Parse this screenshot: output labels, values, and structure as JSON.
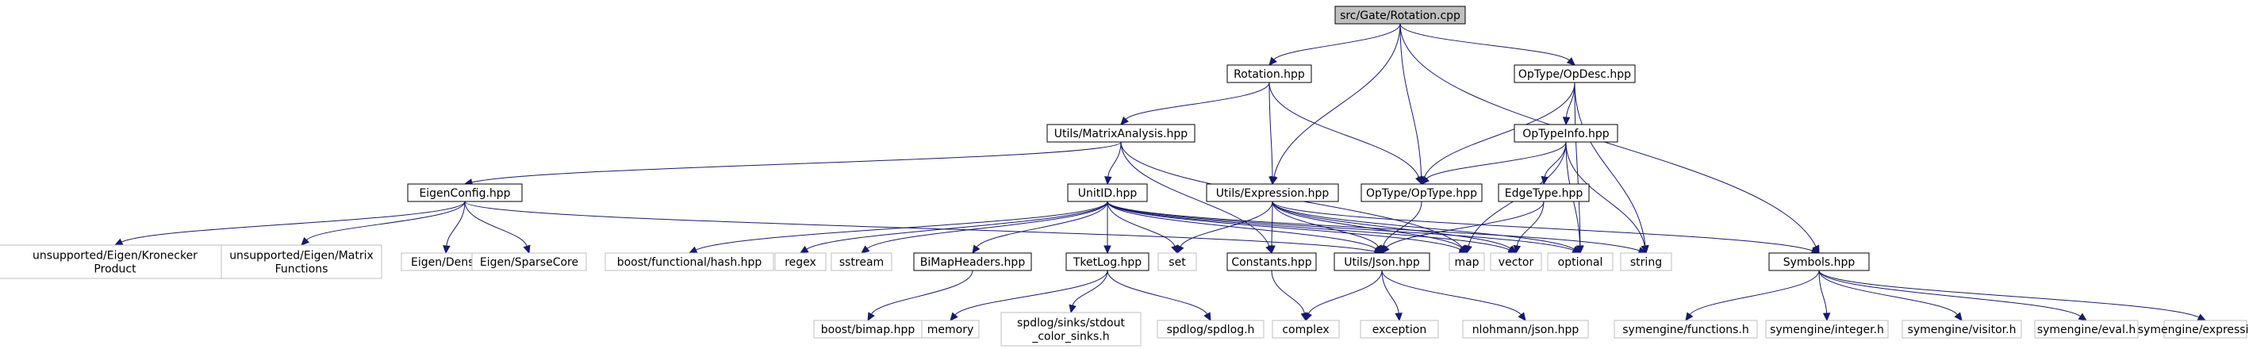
{
  "diagram": {
    "title": "src/Gate/Rotation.cpp",
    "edge_color": "#191970",
    "nodes": [
      {
        "id": "root",
        "label": [
          "src/Gate/Rotation.cpp"
        ],
        "kind": "root"
      },
      {
        "id": "rotation_hpp",
        "label": [
          "Rotation.hpp"
        ],
        "kind": "local"
      },
      {
        "id": "opdesc",
        "label": [
          "OpType/OpDesc.hpp"
        ],
        "kind": "local"
      },
      {
        "id": "matrixanalysis",
        "label": [
          "Utils/MatrixAnalysis.hpp"
        ],
        "kind": "local"
      },
      {
        "id": "optypeinfo",
        "label": [
          "OpTypeInfo.hpp"
        ],
        "kind": "local"
      },
      {
        "id": "eigenconfig",
        "label": [
          "EigenConfig.hpp"
        ],
        "kind": "local"
      },
      {
        "id": "unitid",
        "label": [
          "UnitID.hpp"
        ],
        "kind": "local"
      },
      {
        "id": "expression",
        "label": [
          "Utils/Expression.hpp"
        ],
        "kind": "local"
      },
      {
        "id": "optype",
        "label": [
          "OpType/OpType.hpp"
        ],
        "kind": "local"
      },
      {
        "id": "edgetype",
        "label": [
          "EdgeType.hpp"
        ],
        "kind": "local"
      },
      {
        "id": "kronecker",
        "label": [
          "unsupported/Eigen/Kronecker",
          "Product"
        ],
        "kind": "system"
      },
      {
        "id": "matrixfunctions",
        "label": [
          "unsupported/Eigen/Matrix",
          "Functions"
        ],
        "kind": "system"
      },
      {
        "id": "dense",
        "label": [
          "Eigen/Dense"
        ],
        "kind": "system"
      },
      {
        "id": "sparsecore",
        "label": [
          "Eigen/SparseCore"
        ],
        "kind": "system"
      },
      {
        "id": "boosthash",
        "label": [
          "boost/functional/hash.hpp"
        ],
        "kind": "system"
      },
      {
        "id": "regex",
        "label": [
          "regex"
        ],
        "kind": "system"
      },
      {
        "id": "sstream",
        "label": [
          "sstream"
        ],
        "kind": "system"
      },
      {
        "id": "bimapheaders",
        "label": [
          "BiMapHeaders.hpp"
        ],
        "kind": "local"
      },
      {
        "id": "tketlog",
        "label": [
          "TketLog.hpp"
        ],
        "kind": "local"
      },
      {
        "id": "set",
        "label": [
          "set"
        ],
        "kind": "system"
      },
      {
        "id": "constants",
        "label": [
          "Constants.hpp"
        ],
        "kind": "local"
      },
      {
        "id": "json",
        "label": [
          "Utils/Json.hpp"
        ],
        "kind": "local"
      },
      {
        "id": "map",
        "label": [
          "map"
        ],
        "kind": "system"
      },
      {
        "id": "vector",
        "label": [
          "vector"
        ],
        "kind": "system"
      },
      {
        "id": "optional",
        "label": [
          "optional"
        ],
        "kind": "system"
      },
      {
        "id": "string",
        "label": [
          "string"
        ],
        "kind": "system"
      },
      {
        "id": "symbols",
        "label": [
          "Symbols.hpp"
        ],
        "kind": "local"
      },
      {
        "id": "boostbimap",
        "label": [
          "boost/bimap.hpp"
        ],
        "kind": "system"
      },
      {
        "id": "memory",
        "label": [
          "memory"
        ],
        "kind": "system"
      },
      {
        "id": "stdoutsinks",
        "label": [
          "spdlog/sinks/stdout",
          "_color_sinks.h"
        ],
        "kind": "system"
      },
      {
        "id": "spdlog",
        "label": [
          "spdlog/spdlog.h"
        ],
        "kind": "system"
      },
      {
        "id": "complex",
        "label": [
          "complex"
        ],
        "kind": "system"
      },
      {
        "id": "exception",
        "label": [
          "exception"
        ],
        "kind": "system"
      },
      {
        "id": "nlohmann",
        "label": [
          "nlohmann/json.hpp"
        ],
        "kind": "system"
      },
      {
        "id": "sym_functions",
        "label": [
          "symengine/functions.h"
        ],
        "kind": "system"
      },
      {
        "id": "sym_integer",
        "label": [
          "symengine/integer.h"
        ],
        "kind": "system"
      },
      {
        "id": "sym_visitor",
        "label": [
          "symengine/visitor.h"
        ],
        "kind": "system"
      },
      {
        "id": "sym_eval",
        "label": [
          "symengine/eval.h"
        ],
        "kind": "system"
      },
      {
        "id": "sym_expression",
        "label": [
          "symengine/expression.h"
        ],
        "kind": "system"
      }
    ],
    "edges": [
      [
        "root",
        "rotation_hpp"
      ],
      [
        "root",
        "opdesc"
      ],
      [
        "root",
        "expression"
      ],
      [
        "root",
        "optype"
      ],
      [
        "root",
        "symbols"
      ],
      [
        "rotation_hpp",
        "matrixanalysis"
      ],
      [
        "rotation_hpp",
        "expression"
      ],
      [
        "rotation_hpp",
        "optype"
      ],
      [
        "opdesc",
        "optypeinfo"
      ],
      [
        "opdesc",
        "optype"
      ],
      [
        "opdesc",
        "optional"
      ],
      [
        "opdesc",
        "string"
      ],
      [
        "matrixanalysis",
        "eigenconfig"
      ],
      [
        "matrixanalysis",
        "unitid"
      ],
      [
        "matrixanalysis",
        "constants"
      ],
      [
        "matrixanalysis",
        "map"
      ],
      [
        "optypeinfo",
        "optype"
      ],
      [
        "optypeinfo",
        "edgetype"
      ],
      [
        "optypeinfo",
        "map"
      ],
      [
        "optypeinfo",
        "optional"
      ],
      [
        "optypeinfo",
        "string"
      ],
      [
        "eigenconfig",
        "kronecker"
      ],
      [
        "eigenconfig",
        "matrixfunctions"
      ],
      [
        "eigenconfig",
        "dense"
      ],
      [
        "eigenconfig",
        "sparsecore"
      ],
      [
        "eigenconfig",
        "json"
      ],
      [
        "unitid",
        "boosthash"
      ],
      [
        "unitid",
        "regex"
      ],
      [
        "unitid",
        "sstream"
      ],
      [
        "unitid",
        "bimapheaders"
      ],
      [
        "unitid",
        "tketlog"
      ],
      [
        "unitid",
        "set"
      ],
      [
        "unitid",
        "json"
      ],
      [
        "unitid",
        "map"
      ],
      [
        "unitid",
        "vector"
      ],
      [
        "unitid",
        "optional"
      ],
      [
        "unitid",
        "string"
      ],
      [
        "expression",
        "set"
      ],
      [
        "expression",
        "constants"
      ],
      [
        "expression",
        "json"
      ],
      [
        "expression",
        "symbols"
      ],
      [
        "expression",
        "map"
      ],
      [
        "expression",
        "vector"
      ],
      [
        "expression",
        "optional"
      ],
      [
        "optype",
        "json"
      ],
      [
        "edgetype",
        "json"
      ],
      [
        "edgetype",
        "vector"
      ],
      [
        "bimapheaders",
        "boostbimap"
      ],
      [
        "tketlog",
        "memory"
      ],
      [
        "tketlog",
        "stdoutsinks"
      ],
      [
        "tketlog",
        "spdlog"
      ],
      [
        "constants",
        "complex"
      ],
      [
        "json",
        "complex"
      ],
      [
        "json",
        "exception"
      ],
      [
        "json",
        "nlohmann"
      ],
      [
        "symbols",
        "sym_functions"
      ],
      [
        "symbols",
        "sym_integer"
      ],
      [
        "symbols",
        "sym_visitor"
      ],
      [
        "symbols",
        "sym_eval"
      ],
      [
        "symbols",
        "sym_expression"
      ]
    ]
  }
}
